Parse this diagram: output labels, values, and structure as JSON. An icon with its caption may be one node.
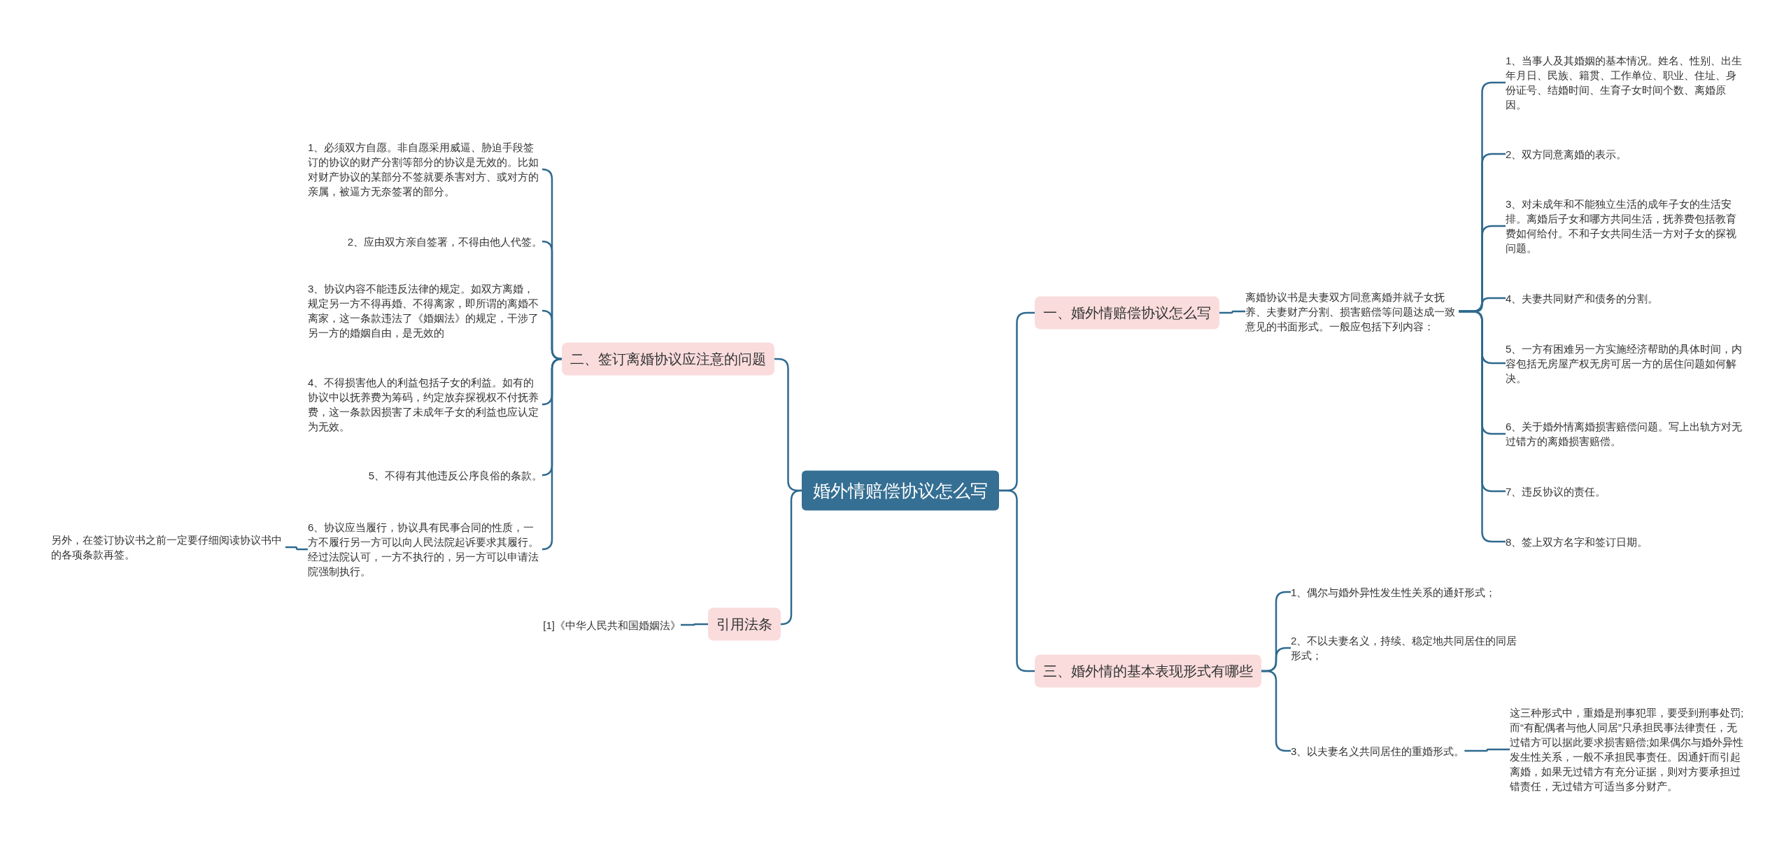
{
  "diagram": {
    "nodes": [
      {
        "text": [
          "婚外情赔偿协议怎么写"
        ]
      },
      {
        "text": [
          "一、婚外情赔偿协议怎么写"
        ]
      },
      {
        "text": [
          "离婚协议书是夫妻双方同意离婚并就子女抚养、夫妻财产分割、损害赔偿等问题达成一致意见的书面形式。一般应包括下列内容："
        ]
      },
      {
        "text": [
          "1、当事人及其婚姻的基本情况。姓名、性别、出生年月日、民族、籍贯、工作单位、职业、住址、身份证号、结婚时间、生育子女时间个数、离婚原因。"
        ]
      },
      {
        "text": [
          "2、双方同意离婚的表示。"
        ]
      },
      {
        "text": [
          "3、对未成年和不能独立生活的成年子女的生活安排。离婚后子女和哪方共同生活，抚养费包括教育费如何给付。不和子女共同生活一方对子女的探视问题。"
        ]
      },
      {
        "text": [
          "4、夫妻共同财产和债务的分割。"
        ]
      },
      {
        "text": [
          "5、一方有困难另一方实施经济帮助的具体时间，内容包括无房屋产权无房可居一方的居住问题如何解决。"
        ]
      },
      {
        "text": [
          "6、关于婚外情离婚损害赔偿问题。写上出轨方对无过错方的离婚损害赔偿。"
        ]
      },
      {
        "text": [
          "7、违反协议的责任。"
        ]
      },
      {
        "text": [
          "8、签上双方名字和签订日期。"
        ]
      },
      {
        "text": [
          "三、婚外情的基本表现形式有哪些"
        ]
      },
      {
        "text": [
          "1、偶尔与婚外异性发生性关系的通奸形式；"
        ]
      },
      {
        "text": [
          "2、不以夫妻名义，持续、稳定地共同居住的同居形式；"
        ]
      },
      {
        "text": [
          "3、以夫妻名义共同居住的重婚形式。"
        ]
      },
      {
        "text": [
          "这三种形式中，重婚是刑事犯罪，要受到刑事处罚;而“有配偶者与他人同居”只承担民事法律责任，无过错方可以据此要求损害赔偿;如果偶尔与婚外异性发生性关系，一般不承担民事责任。因通奸而引起离婚，如果无过错方有充分证据，则对方要承担过错责任，无过错方可适当多分财产。"
        ]
      },
      {
        "text": [
          "二、签订离婚协议应注意的问题"
        ]
      },
      {
        "text": [
          "1、必须双方自愿。非自愿采用威逼、胁迫手段签订的协议的财产分割等部分的协议是无效的。比如对财产协议的某部分不签就要杀害对方、或对方的亲属，被逼方无奈签署的部分。"
        ]
      },
      {
        "text": [
          "2、应由双方亲自签署，不得由他人代签。"
        ]
      },
      {
        "text": [
          "3、协议内容不能违反法律的规定。如双方离婚，规定另一方不得再婚、不得离家，即所谓的离婚不离家，这一条款违法了《婚姻法》的规定，干涉了另一方的婚姻自由，是无效的"
        ]
      },
      {
        "text": [
          "4、不得损害他人的利益包括子女的利益。如有的协议中以抚养费为筹码，约定放弃探视权不付抚养费，这一条款因损害了未成年子女的利益也应认定为无效。"
        ]
      },
      {
        "text": [
          "5、不得有其他违反公序良俗的条款。"
        ]
      },
      {
        "text": [
          "6、协议应当履行，协议具有民事合同的性质，一方不履行另一方可以向人民法院起诉要求其履行。经过法院认可，一方不执行的，另一方可以申请法院强制执行。"
        ]
      },
      {
        "text": [
          "另外，在签订协议书之前一定要仔细阅读协议书中的各项条款再签。"
        ]
      },
      {
        "text": [
          "引用法条"
        ]
      },
      {
        "text": [
          "[1]《中华人民共和国婚姻法》"
        ]
      }
    ],
    "edges": [
      {
        "from": 0,
        "to": 1,
        "arrow": "none"
      },
      {
        "from": 0,
        "to": 11,
        "arrow": "none"
      },
      {
        "from": 0,
        "to": 16,
        "arrow": "none"
      },
      {
        "from": 0,
        "to": 24,
        "arrow": "none"
      },
      {
        "from": 1,
        "to": 2,
        "arrow": "none"
      },
      {
        "from": 2,
        "to": 3,
        "arrow": "none"
      },
      {
        "from": 2,
        "to": 4,
        "arrow": "none"
      },
      {
        "from": 2,
        "to": 5,
        "arrow": "none"
      },
      {
        "from": 2,
        "to": 6,
        "arrow": "none"
      },
      {
        "from": 2,
        "to": 7,
        "arrow": "none"
      },
      {
        "from": 2,
        "to": 8,
        "arrow": "none"
      },
      {
        "from": 2,
        "to": 9,
        "arrow": "none"
      },
      {
        "from": 2,
        "to": 10,
        "arrow": "none"
      },
      {
        "from": 11,
        "to": 12,
        "arrow": "none"
      },
      {
        "from": 11,
        "to": 13,
        "arrow": "none"
      },
      {
        "from": 11,
        "to": 14,
        "arrow": "none"
      },
      {
        "from": 14,
        "to": 15,
        "arrow": "none"
      },
      {
        "from": 16,
        "to": 17,
        "arrow": "none"
      },
      {
        "from": 16,
        "to": 18,
        "arrow": "none"
      },
      {
        "from": 16,
        "to": 19,
        "arrow": "none"
      },
      {
        "from": 16,
        "to": 20,
        "arrow": "none"
      },
      {
        "from": 16,
        "to": 21,
        "arrow": "none"
      },
      {
        "from": 16,
        "to": 22,
        "arrow": "none"
      },
      {
        "from": 22,
        "to": 23,
        "arrow": "none"
      },
      {
        "from": 24,
        "to": 25,
        "arrow": "none"
      }
    ]
  }
}
